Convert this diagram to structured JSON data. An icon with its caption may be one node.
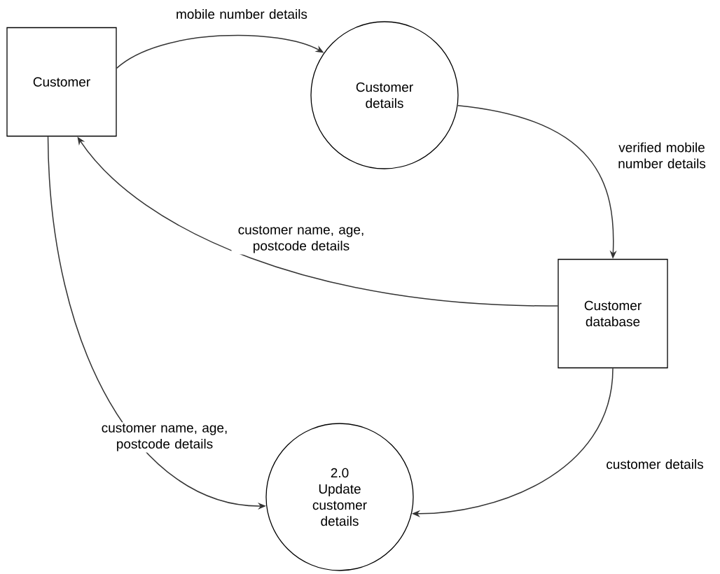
{
  "diagram": {
    "nodes": [
      {
        "text": [
          "Customer"
        ]
      },
      {
        "text": [
          "Customer details"
        ]
      },
      {
        "text": [
          "Customer database"
        ]
      },
      {
        "text": [
          "2.0",
          "Update customer details"
        ]
      }
    ],
    "edges": [
      {
        "from": 0,
        "to": 1,
        "arrow": "to",
        "label": "mobile number details"
      },
      {
        "from": 1,
        "to": 2,
        "arrow": "to",
        "label": "verified mobile number details"
      },
      {
        "from": 2,
        "to": 0,
        "arrow": "to",
        "label": "customer name, age, postcode details"
      },
      {
        "from": 0,
        "to": 3,
        "arrow": "to",
        "label": "customer name, age, postcode details"
      },
      {
        "from": 2,
        "to": 3,
        "arrow": "to",
        "label": "customer details"
      }
    ]
  }
}
